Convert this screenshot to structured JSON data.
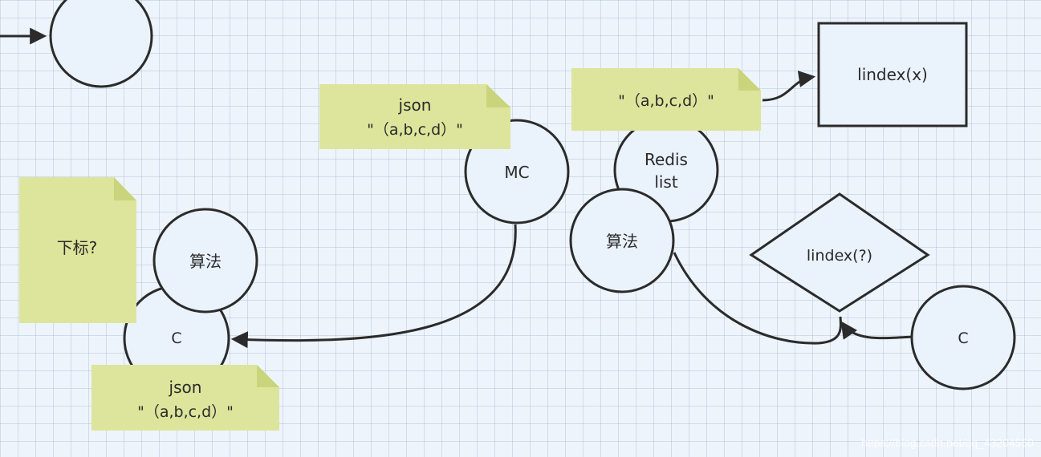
{
  "diagram": {
    "nodes": {
      "circle_top_left": "",
      "mc": "MC",
      "redis_line1": "Redis",
      "redis_line2": "list",
      "algo_left": "算法",
      "algo_mid": "算法",
      "c_left": "C",
      "c_right": "C",
      "lindex_box": "lindex(x)",
      "lindex_diamond": "lindex(?)"
    },
    "notes": {
      "index_note": "下标?",
      "json_top_line1": "json",
      "json_top_line2": "\"（a,b,c,d）\"",
      "json_bottom_line1": "json",
      "json_bottom_line2": "\"（a,b,c,d）\"",
      "value_note": "\"（a,b,c,d）\""
    },
    "watermark": "https://blog.csdn.net/qq_43204550"
  }
}
